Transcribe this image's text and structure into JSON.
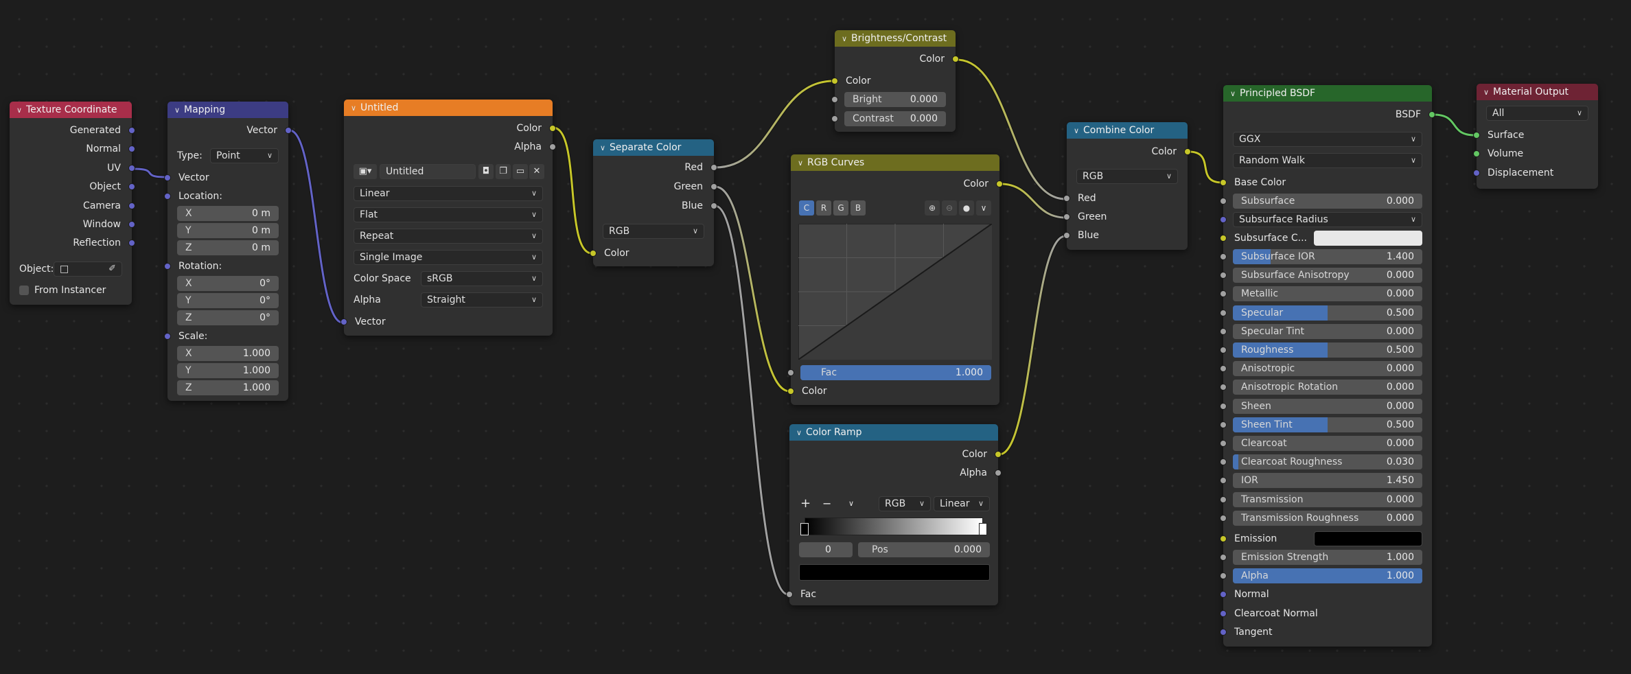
{
  "colors": {
    "header_input": "#a82e4a",
    "header_vector": "#3c3c83",
    "header_texture": "#e77d25",
    "header_converter": "#246283",
    "header_color": "#6d6d1f",
    "header_shader": "#27662a",
    "header_output": "#6e2334",
    "socket_vector": "#6363c7",
    "socket_color": "#c7c729",
    "socket_float": "#a1a1a1",
    "socket_shader": "#63c763",
    "accent": "#4772b3"
  },
  "texcoord": {
    "title": "Texture Coordinate",
    "outputs": [
      "Generated",
      "Normal",
      "UV",
      "Object",
      "Camera",
      "Window",
      "Reflection"
    ],
    "object_label": "Object:",
    "from_instancer": "From Instancer"
  },
  "mapping": {
    "title": "Mapping",
    "out_vector": "Vector",
    "type_label": "Type:",
    "type_value": "Point",
    "in_vector": "Vector",
    "location_label": "Location:",
    "location": [
      {
        "axis": "X",
        "value": "0 m"
      },
      {
        "axis": "Y",
        "value": "0 m"
      },
      {
        "axis": "Z",
        "value": "0 m"
      }
    ],
    "rotation_label": "Rotation:",
    "rotation": [
      {
        "axis": "X",
        "value": "0°"
      },
      {
        "axis": "Y",
        "value": "0°"
      },
      {
        "axis": "Z",
        "value": "0°"
      }
    ],
    "scale_label": "Scale:",
    "scale": [
      {
        "axis": "X",
        "value": "1.000"
      },
      {
        "axis": "Y",
        "value": "1.000"
      },
      {
        "axis": "Z",
        "value": "1.000"
      }
    ]
  },
  "image": {
    "title": "Untitled",
    "out_color": "Color",
    "out_alpha": "Alpha",
    "image_name": "Untitled",
    "interpolation": "Linear",
    "projection": "Flat",
    "extension": "Repeat",
    "source": "Single Image",
    "colorspace_label": "Color Space",
    "colorspace_value": "sRGB",
    "alpha_label": "Alpha",
    "alpha_value": "Straight",
    "in_vector": "Vector"
  },
  "separate": {
    "title": "Separate Color",
    "outputs": [
      "Red",
      "Green",
      "Blue"
    ],
    "mode": "RGB",
    "in_color": "Color"
  },
  "bright": {
    "title": "Brightness/Contrast",
    "out_color": "Color",
    "in_color": "Color",
    "bright_label": "Bright",
    "bright_value": "0.000",
    "contrast_label": "Contrast",
    "contrast_value": "0.000"
  },
  "curves": {
    "title": "RGB Curves",
    "out_color": "Color",
    "tabs": [
      "C",
      "R",
      "G",
      "B"
    ],
    "fac_label": "Fac",
    "fac_value": "1.000",
    "fac_fraction": 1.0,
    "in_color": "Color"
  },
  "ramp": {
    "title": "Color Ramp",
    "out_color": "Color",
    "out_alpha": "Alpha",
    "add": "+",
    "remove": "−",
    "color_mode": "RGB",
    "interpolation": "Linear",
    "index": "0",
    "pos_label": "Pos",
    "pos_value": "0.000",
    "in_fac": "Fac"
  },
  "combine": {
    "title": "Combine Color",
    "out_color": "Color",
    "mode": "RGB",
    "inputs": [
      "Red",
      "Green",
      "Blue"
    ]
  },
  "bsdf": {
    "title": "Principled BSDF",
    "out_bsdf": "BSDF",
    "distribution": "GGX",
    "subsurface_method": "Random Walk",
    "base_color": "Base Color",
    "subsurface": {
      "label": "Subsurface",
      "value": "0.000",
      "fraction": 0
    },
    "subsurface_radius": "Subsurface Radius",
    "subsurface_color": "Subsurface C...",
    "params_a": [
      {
        "label": "Subsurface IOR",
        "value": "1.400",
        "fraction": 0.2,
        "style": "partial"
      },
      {
        "label": "Subsurface Anisotropy",
        "value": "0.000",
        "fraction": 0,
        "style": "none"
      },
      {
        "label": "Metallic",
        "value": "0.000",
        "fraction": 0,
        "style": "none"
      },
      {
        "label": "Specular",
        "value": "0.500",
        "fraction": 0.5,
        "style": "partial"
      },
      {
        "label": "Specular Tint",
        "value": "0.000",
        "fraction": 0,
        "style": "none"
      },
      {
        "label": "Roughness",
        "value": "0.500",
        "fraction": 0.5,
        "style": "partial"
      },
      {
        "label": "Anisotropic",
        "value": "0.000",
        "fraction": 0,
        "style": "none"
      },
      {
        "label": "Anisotropic Rotation",
        "value": "0.000",
        "fraction": 0,
        "style": "none"
      },
      {
        "label": "Sheen",
        "value": "0.000",
        "fraction": 0,
        "style": "none"
      },
      {
        "label": "Sheen Tint",
        "value": "0.500",
        "fraction": 0.5,
        "style": "partial"
      },
      {
        "label": "Clearcoat",
        "value": "0.000",
        "fraction": 0,
        "style": "none"
      },
      {
        "label": "Clearcoat Roughness",
        "value": "0.030",
        "fraction": 0.03,
        "style": "partial"
      },
      {
        "label": "IOR",
        "value": "1.450",
        "fraction": 0,
        "style": "none"
      },
      {
        "label": "Transmission",
        "value": "0.000",
        "fraction": 0,
        "style": "none"
      },
      {
        "label": "Transmission Roughness",
        "value": "0.000",
        "fraction": 0,
        "style": "none"
      }
    ],
    "emission": "Emission",
    "params_b": [
      {
        "label": "Emission Strength",
        "value": "1.000",
        "fraction": 0,
        "style": "none"
      },
      {
        "label": "Alpha",
        "value": "1.000",
        "fraction": 1.0,
        "style": "full"
      }
    ],
    "vectors": [
      "Normal",
      "Clearcoat Normal",
      "Tangent"
    ]
  },
  "output": {
    "title": "Material Output",
    "target": "All",
    "inputs": [
      "Surface",
      "Volume",
      "Displacement"
    ]
  }
}
